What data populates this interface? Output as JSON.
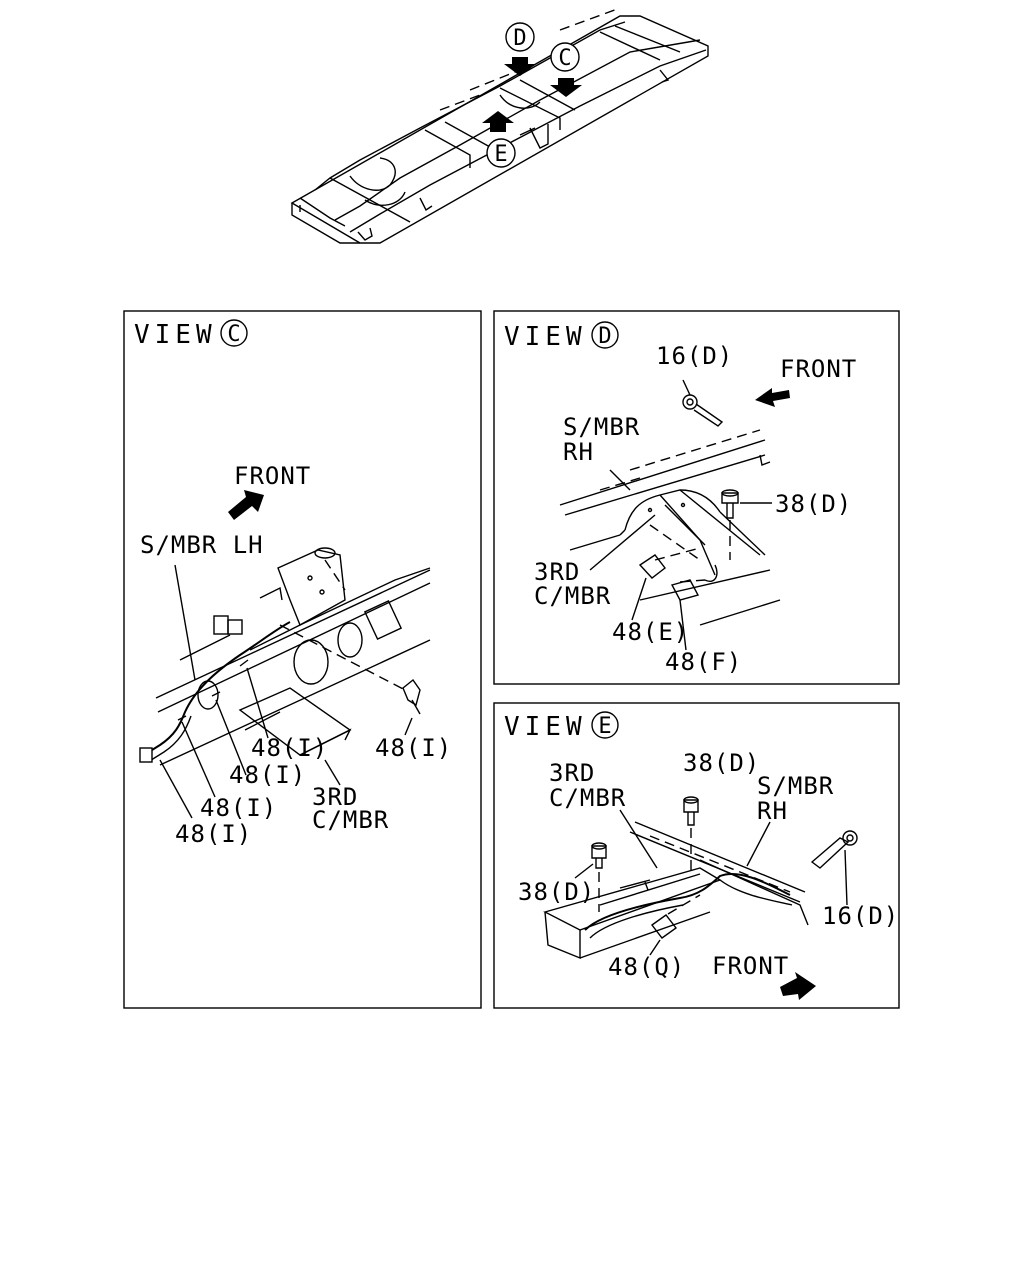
{
  "overview": {
    "markers": [
      "D",
      "C",
      "E"
    ]
  },
  "view_c": {
    "title": "VIEW",
    "letter": "C",
    "front": "FRONT",
    "side_member": "S/MBR  LH",
    "cross_member_line1": "3RD",
    "cross_member_line2": "C/MBR",
    "clip_labels": [
      "48(I)",
      "48(I)",
      "48(I)",
      "48(I)",
      "48(I)"
    ]
  },
  "view_d": {
    "title": "VIEW",
    "letter": "D",
    "front": "FRONT",
    "part_16": "16(D)",
    "side_member_line1": "S/MBR",
    "side_member_line2": "RH",
    "part_38": "38(D)",
    "cross_member_line1": "3RD",
    "cross_member_line2": "C/MBR",
    "clip_e": "48(E)",
    "clip_f": "48(F)"
  },
  "view_e": {
    "title": "VIEW",
    "letter": "E",
    "cross_member_line1": "3RD",
    "cross_member_line2": "C/MBR",
    "part_38_top": "38(D)",
    "side_member_line1": "S/MBR",
    "side_member_line2": "RH",
    "part_38_left": "38(D)",
    "part_16": "16(D)",
    "clip_q": "48(Q)",
    "front": "FRONT"
  }
}
